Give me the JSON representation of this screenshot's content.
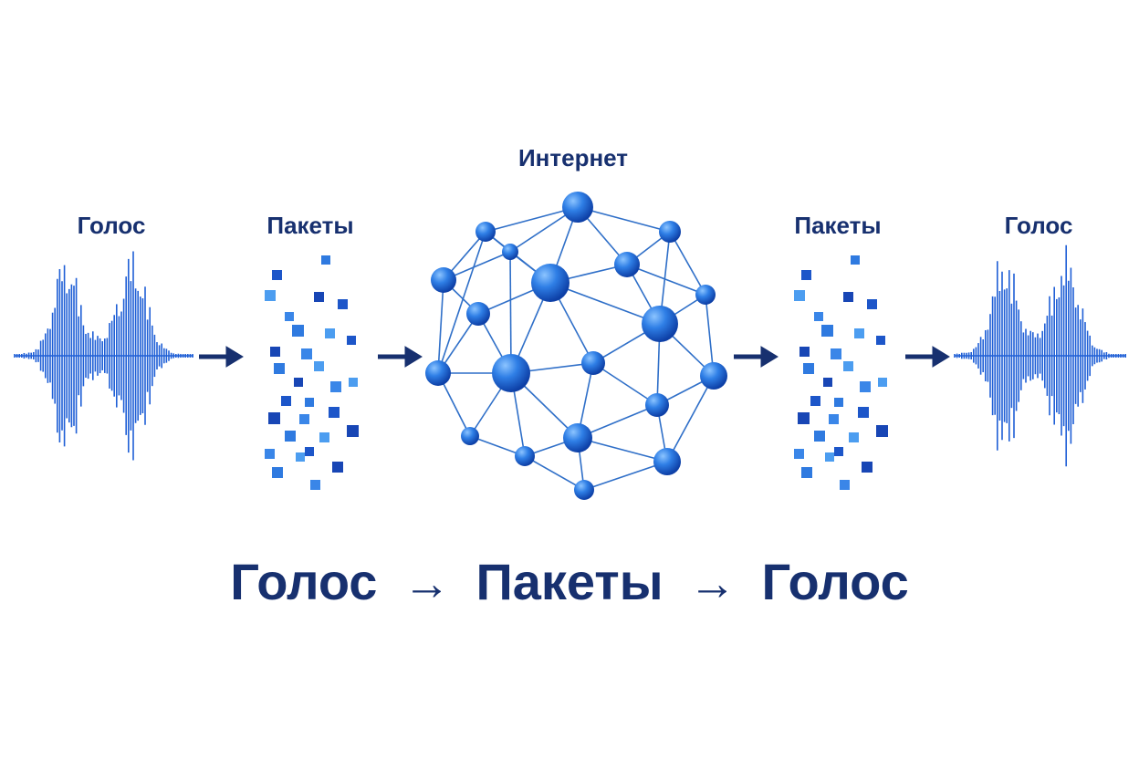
{
  "labels": {
    "voice_left": "Голос",
    "packets_left": "Пакеты",
    "internet": "Интернет",
    "packets_right": "Пакеты",
    "voice_right": "Голос"
  },
  "caption": {
    "part1": "Голос",
    "arrow1": "→",
    "part2": "Пакеты",
    "arrow2": "→",
    "part3": "Голос"
  },
  "colors": {
    "text": "#17306f",
    "wave": "#1f5fd6",
    "arrow": "#17306f",
    "node": "#1f6fd8",
    "link": "#2f6fc8"
  }
}
